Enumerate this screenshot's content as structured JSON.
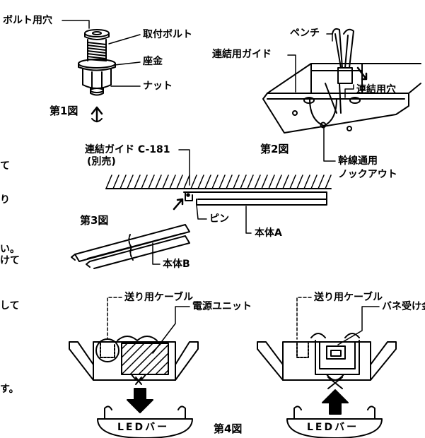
{
  "figure1": {
    "caption": "第1図",
    "labels": {
      "bolt_hole": "ボルト用穴",
      "mounting_bolt": "取付ボルト",
      "washer": "座金",
      "nut": "ナット"
    }
  },
  "figure2": {
    "caption": "第2図",
    "labels": {
      "pliers": "ペンチ",
      "joint_guide": "連結用ガイド",
      "joint_hole": "連結用穴",
      "knockout_1": "幹線通用",
      "knockout_2": "ノックアウト"
    }
  },
  "figure3": {
    "caption": "第3図",
    "labels": {
      "guide_1": "連結ガイド C-181",
      "guide_2": "(別売)",
      "pin": "ピン",
      "body_a": "本体A",
      "body_b": "本体B"
    }
  },
  "figure4": {
    "caption": "第4図",
    "left": {
      "cable": "送り用ケーブル",
      "power_unit": "電源ユニット",
      "bar": "LEDバー"
    },
    "right": {
      "cable": "送り用ケーブル",
      "spring": "バネ受け金具",
      "bar": "LEDバー"
    }
  },
  "left_edge_fragments": [
    "て",
    "り",
    "い。",
    "けて",
    "して",
    "す。"
  ]
}
